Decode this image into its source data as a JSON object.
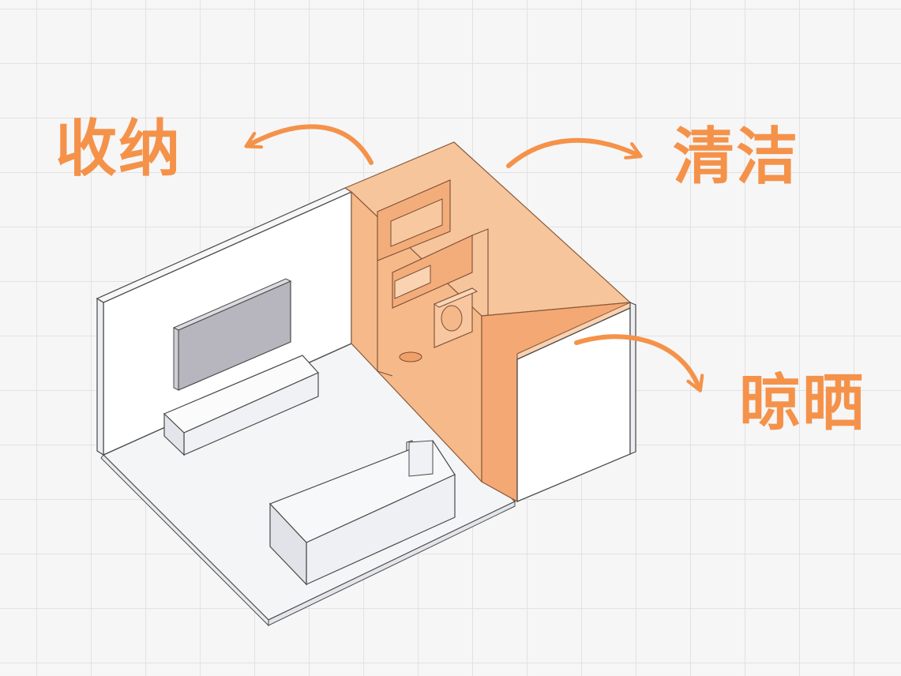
{
  "labels": {
    "storage": "收纳",
    "cleaning": "清洁",
    "drying": "晾晒"
  },
  "colors": {
    "accent": "#f5924a",
    "highlight_zone": "#f6b98a",
    "wall": "#ffffff",
    "floor": "#f4f5f7",
    "outline": "#4a4a4a",
    "tv": "#b7b5bd",
    "grid": "#e2e2e2"
  }
}
